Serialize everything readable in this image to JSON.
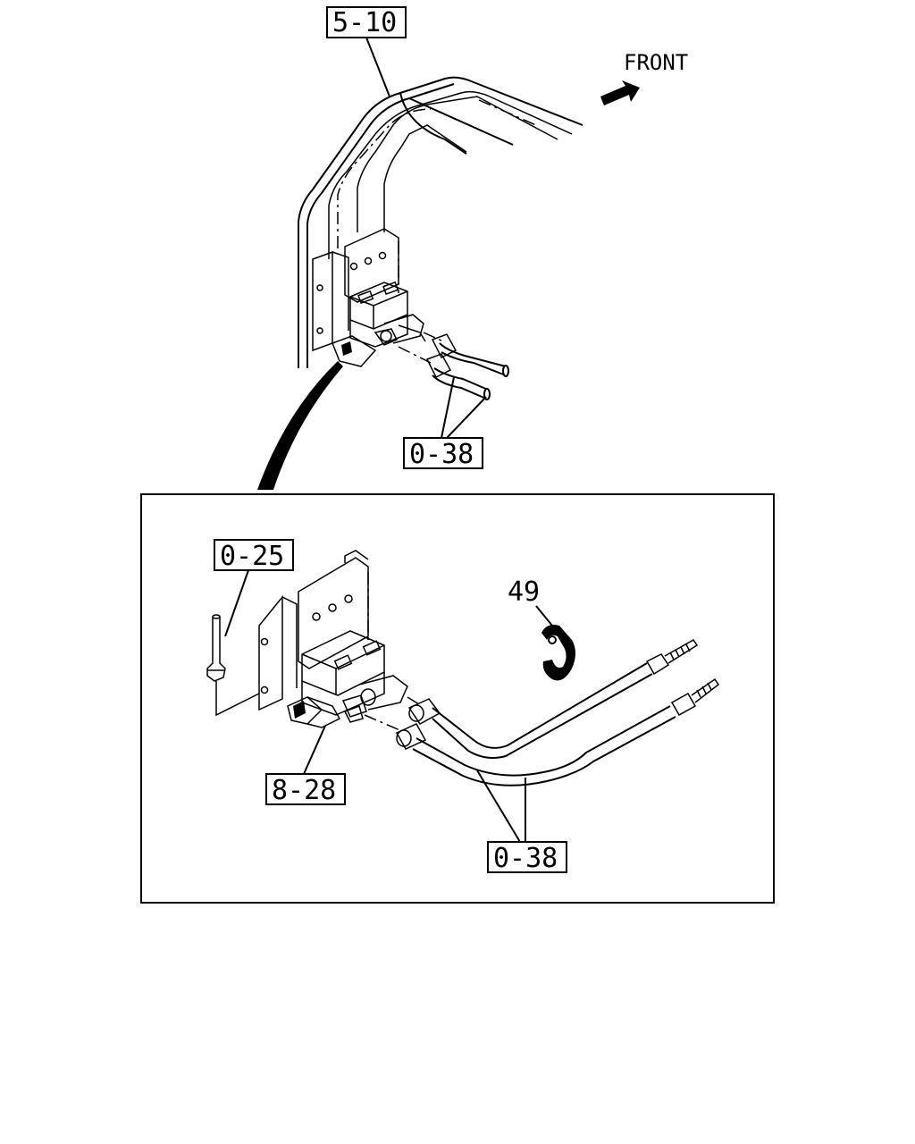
{
  "direction": {
    "label": "FRONT",
    "icon": "arrow-front-icon"
  },
  "callouts": {
    "frame": "5-10",
    "pipes_top": "0-38",
    "drain_cock": "0-25",
    "clip": "49",
    "elbow": "8-28",
    "pipes_detail": "0-38"
  }
}
